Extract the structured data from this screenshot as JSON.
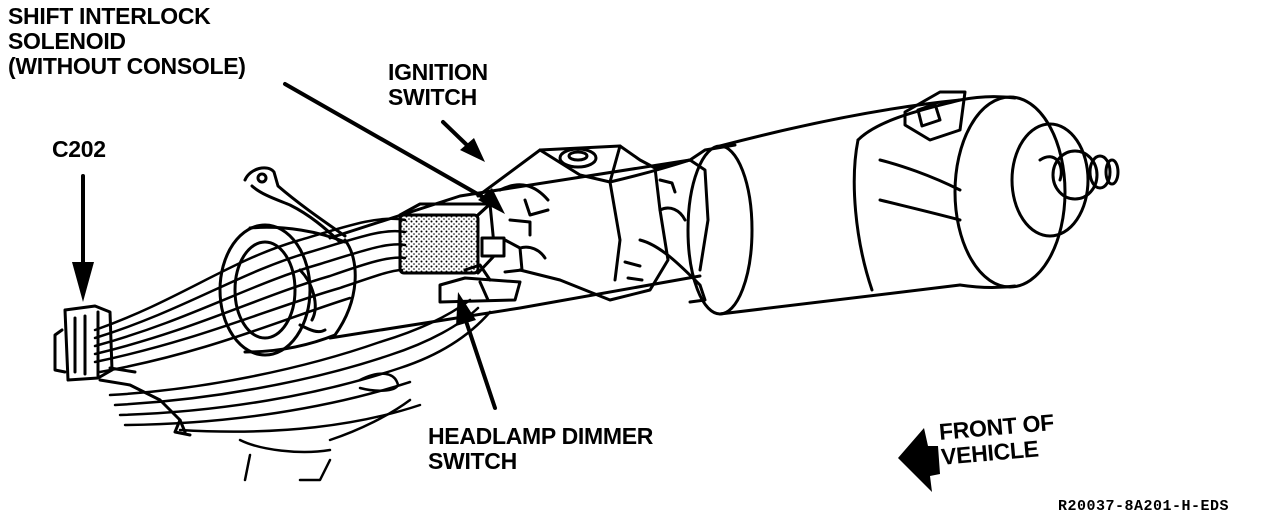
{
  "labels": {
    "shift_interlock": [
      "SHIFT INTERLOCK",
      "SOLENOID",
      "(WITHOUT CONSOLE)"
    ],
    "ignition_switch": [
      "IGNITION",
      "SWITCH"
    ],
    "connector": "C202",
    "headlamp_dimmer": [
      "HEADLAMP DIMMER",
      "SWITCH"
    ],
    "front_of_vehicle": [
      "FRONT OF",
      "VEHICLE"
    ],
    "figure_code": "R20037-8A201-H-EDS"
  },
  "icons": {
    "front_arrow": "arrow-left-icon"
  },
  "colors": {
    "ink": "#000000",
    "background": "#ffffff"
  }
}
